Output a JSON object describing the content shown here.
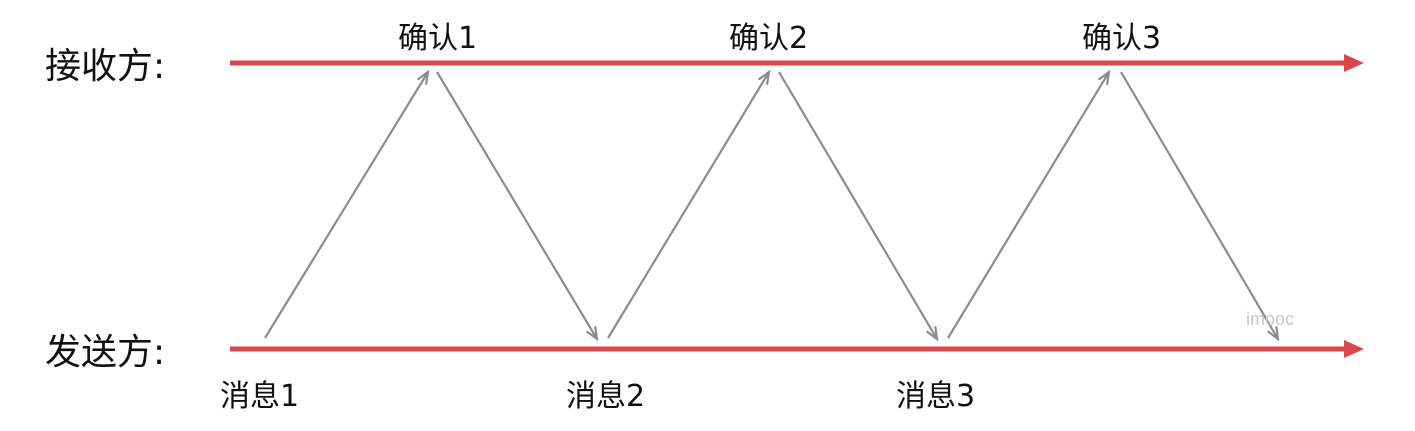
{
  "roles": {
    "receiver": "接收方:",
    "sender": "发送方:"
  },
  "messages": [
    "消息1",
    "消息2",
    "消息3"
  ],
  "acks": [
    "确认1",
    "确认2",
    "确认3"
  ],
  "watermark": "imooc",
  "colors": {
    "timeline": "#d9474a",
    "flow_arrow": "#8c8c8c",
    "text": "#111111"
  }
}
